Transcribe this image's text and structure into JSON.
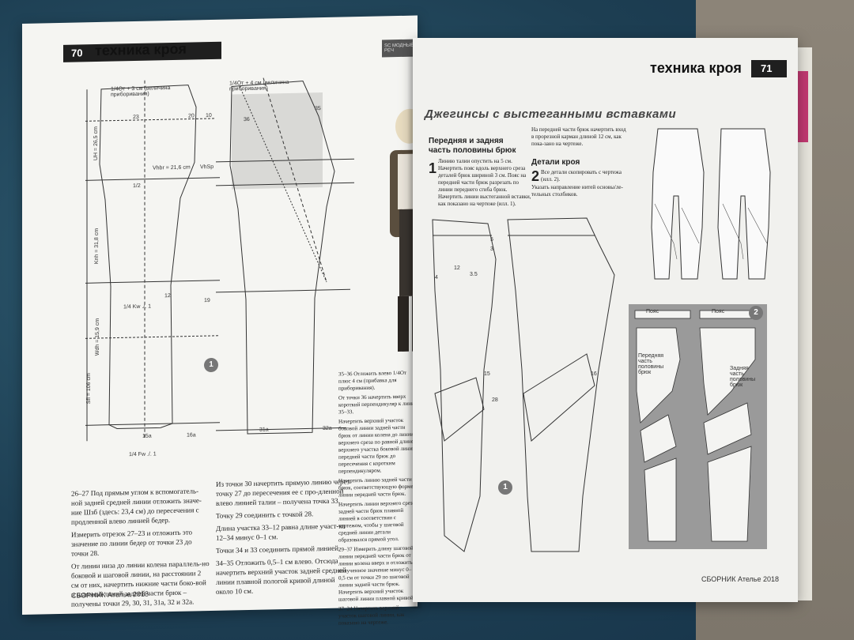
{
  "left_page": {
    "page_number": "70",
    "header_title": "техника кроя",
    "header_tag": "SC МОДНЫЕ РЕЧ",
    "figure_number": "1",
    "pattern_labels": [
      "1/4От + 3 см (величина приборивания)",
      "1/4От + 4 см (величина приборивания)",
      "Vhbr = 21,6 cm",
      "VhSp",
      "1/2",
      "Knh = 31,8 cm",
      "1/4 Kw ./. 1",
      "Wdh = 15,9 cm",
      "Sfl = 106 cm",
      "1/4 Fw ./. 1",
      "UH = 26,5 cm",
      "15a",
      "16a",
      "31a",
      "32a",
      "12",
      "19",
      "23",
      "20",
      "10",
      "36",
      "35"
    ],
    "col1_text": [
      "26–27 Под прямым углом к вспомогатель-ной задней средней линии отложить значе-ние Шзб (здесь: 23,4 см) до пересечения с продленной влево линией бедер.",
      "Измерить отрезок 27–23 и отложить это значение по линии бедер от точки 23 до точки 28.",
      "От линии низа до линии колена параллель-но боковой и шаговой линии, на расстоянии 2 см от них, начертить нижние части боко-вой и шаговой линий задней части брюк – получены точки 29, 30, 31, 31a, 32 и 32a."
    ],
    "col2_text": [
      "Из точки 30 начертить прямую линию через точку 27 до пересечения ее с про-дленной влево линией талии – получена точка 33.",
      "Точку 29 соединить с точкой 28.",
      "Длина участка 33–12 равна длине участ-ка 12–34 минус 0–1 см.",
      "Точки 34 и 33 соединить прямой линией.",
      "34–35 Отложить 0,5–1 см влево. Отсюда начертить верхний участок задней средней линии плавной пологой кривой длиной около 10 см."
    ],
    "col3_text": [
      "35–36 Отложить влево 1/4От плюс 4 см (прибавка для приборивания).",
      "От точки 36 начертить вверх короткий перпендикуляр к линии 35–33.",
      "Начертить верхний участок боковой линии задней части брюк от линии колена до линии верхнего среза по равной длине верхнего участка боковой линии передней части брюк до пересечения с коротким перпендикуляром.",
      "Начертить линию задней части брюк, соответствующую форме линии передней части брюк.",
      "Начертить линии верхнего среза задней части брюк плавной линией в соответствии с чертежом, чтобы у шаговой средней линии детали образовался прямой угол.",
      "29–37 Измерить длину шаговой линии передней части брюк от линии колена вверх и отложить полученное значение минус 0–0,5 см от точки 29 по шаговой линии задней части брюк. Начертить верхний участок шаговой линии плавной кривой.",
      "37–24 Начертить верхний участок шаговой линии, как показано на чертеже."
    ],
    "footer": "СБОРНИК Ателье 2018"
  },
  "right_page": {
    "page_number": "71",
    "header_title": "техника кроя",
    "section_title": "Джегинсы с выстеганными вставками",
    "subhead_1": "Передняя и задняя часть половины брюк",
    "step_1_number": "1",
    "step_1_text": "Линию талии опустить на 5 см. Начертить пояс вдоль верхнего среза деталей брюк шириной 3 см. Пояс на передней части брюк разрезать по линии переднего сгиба брюк. Начертить линии выстеганной вставки, как показано на чертеже (илл. 1).",
    "intro_text": "На передней части брюк начертить вход в прорезной карман длиной 12 см, как пока-зано на чертеже.",
    "subhead_2": "Детали кроя",
    "step_2_number": "2",
    "step_2_text": "Все детали скопировать с чертежа (илл. 2).",
    "step_2_note": "Указать направление нитей основы/ле-тельных столбиков.",
    "figure_1_number": "1",
    "figure_2_number": "2",
    "panel_labels": [
      "Пояс",
      "Пояс",
      "Передняя часть половины брюк",
      "Задняя часть половины брюк"
    ],
    "pattern_labels": [
      "5",
      "3",
      "12",
      "3.5",
      "4",
      "28",
      "15",
      "16"
    ],
    "footer": "СБОРНИК Ателье 2018"
  },
  "colors": {
    "fabric": "#1d3e52",
    "page": "#f5f5f2",
    "header_bar": "#1f1f1f",
    "accent": "#c23a72",
    "panel_gray": "#9a9a9a"
  }
}
